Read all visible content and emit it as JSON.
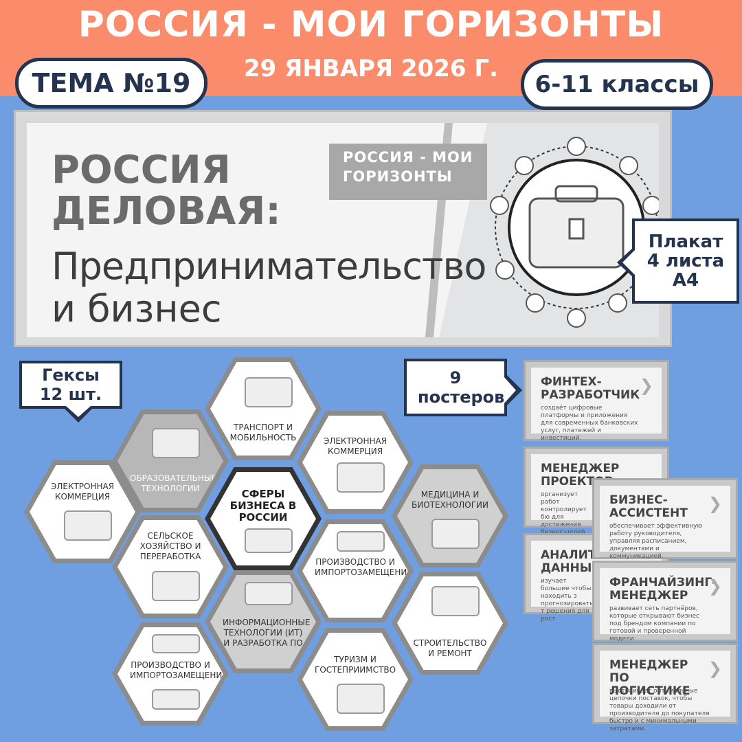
{
  "header": {
    "title": "РОССИЯ - МОИ ГОРИЗОНТЫ",
    "date": "29 ЯНВАРЯ 2026 Г.",
    "theme": "ТЕМА №19",
    "grades": "6-11 классы"
  },
  "banner": {
    "tag": "РОССИЯ - МОИ ГОРИЗОНТЫ",
    "line1": "РОССИЯ",
    "line2": "ДЕЛОВАЯ:",
    "line3": "Предпринимательство",
    "line4": "и бизнес"
  },
  "labels": {
    "plakat": "Плакат 4 листа А4",
    "hexes": "Гексы 12 шт.",
    "posters": "9 постеров"
  },
  "hexes": [
    "ТРАНСПОРТ И МОБИЛЬНОСТЬ",
    "ОБРАЗОВАТЕЛЬНЫЕ ТЕХНОЛОГИИ",
    "ЭЛЕКТРОННАЯ КОММЕРЦИЯ",
    "ЭЛЕКТРОННАЯ КОММЕРЦИЯ",
    "СФЕРЫ БИЗНЕСА В РОССИИ",
    "МЕДИЦИНА И БИОТЕХНОЛОГИИ",
    "СЕЛЬСКОЕ ХОЗЯЙСТВО И ПЕРЕРАБОТКА",
    "ПРОИЗВОДСТВО И ИМПОРТОЗАМЕЩЕНИЕ",
    "ИНФОРМАЦИОННЫЕ ТЕХНОЛОГИИ (ИТ) И РАЗРАБОТКА ПО",
    "СТРОИТЕЛЬСТВО И РЕМОНТ",
    "ПРОИЗВОДСТВО И ИМПОРТОЗАМЕЩЕНИЕ",
    "ТУРИЗМ И ГОСТЕПРИИМСТВО"
  ],
  "posters": [
    {
      "title": "ФИНТЕХ-РАЗРАБОТЧИК",
      "desc": "создаёт цифровые платформы и приложения для современных банковских услуг, платежей и инвестиций."
    },
    {
      "title": "МЕНЕДЖЕР ПРОЕКТОВ",
      "desc": "организует работ контролирует бю для достижения бизнес-целей ко"
    },
    {
      "title": "АНАЛИТ ДАННЫ",
      "desc": "изучает большие чтобы находить з прогнозировать т решения для рост"
    },
    {
      "title": "БИЗНЕС-АССИСТЕНТ",
      "desc": "обеспечивает эффективную работу руководителя, управляя расписанием, документами и коммуникацией."
    },
    {
      "title": "ФРАНЧАЙЗИНГ-МЕНЕДЖЕР",
      "desc": "развивает сеть партнёров, которые открывают бизнес под брендом компании по готовой и проверенной модели."
    },
    {
      "title": "МЕНЕДЖЕР ПО ЛОГИСТИКЕ",
      "desc": "выстраивает оптимальные цепочки поставок, чтобы товары доходили от производителя до покупателя быстро и с минимальными затратами."
    }
  ]
}
